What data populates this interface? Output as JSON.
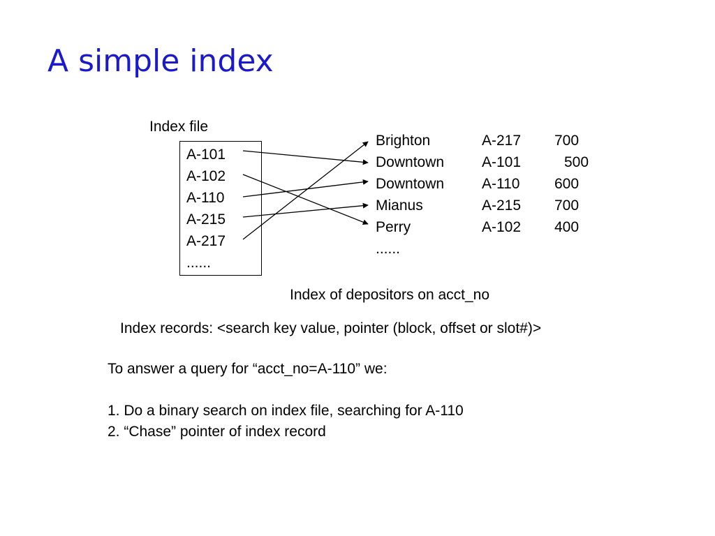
{
  "slide": {
    "title": "A simple index"
  },
  "index_file": {
    "label": "Index file",
    "entries": [
      "A-101",
      "A-102",
      "A-110",
      "A-215",
      "A-217",
      "......"
    ]
  },
  "records": [
    {
      "branch": "Brighton",
      "acct_no": "A-217",
      "balance": "700"
    },
    {
      "branch": "Downtown",
      "acct_no": "A-101",
      "balance": "500"
    },
    {
      "branch": "Downtown",
      "acct_no": "A-110",
      "balance": "600"
    },
    {
      "branch": "Mianus",
      "acct_no": "A-215",
      "balance": "700"
    },
    {
      "branch": "Perry",
      "acct_no": "A-102",
      "balance": "400"
    },
    {
      "branch": "......",
      "acct_no": "",
      "balance": ""
    }
  ],
  "pointers": [
    {
      "from": "A-101",
      "to": "A-101"
    },
    {
      "from": "A-102",
      "to": "A-102"
    },
    {
      "from": "A-110",
      "to": "A-110"
    },
    {
      "from": "A-215",
      "to": "A-215"
    },
    {
      "from": "A-217",
      "to": "A-217"
    }
  ],
  "captions": {
    "depositors_index": "Index of depositors on acct_no",
    "index_records": "Index records:  <search key value, pointer (block, offset or slot#)>"
  },
  "query": {
    "intro": "To answer a query for “acct_no=A-110”  we:",
    "steps": [
      "1. Do a binary search on index file, searching for A-110",
      "2. “Chase” pointer of index record"
    ]
  }
}
